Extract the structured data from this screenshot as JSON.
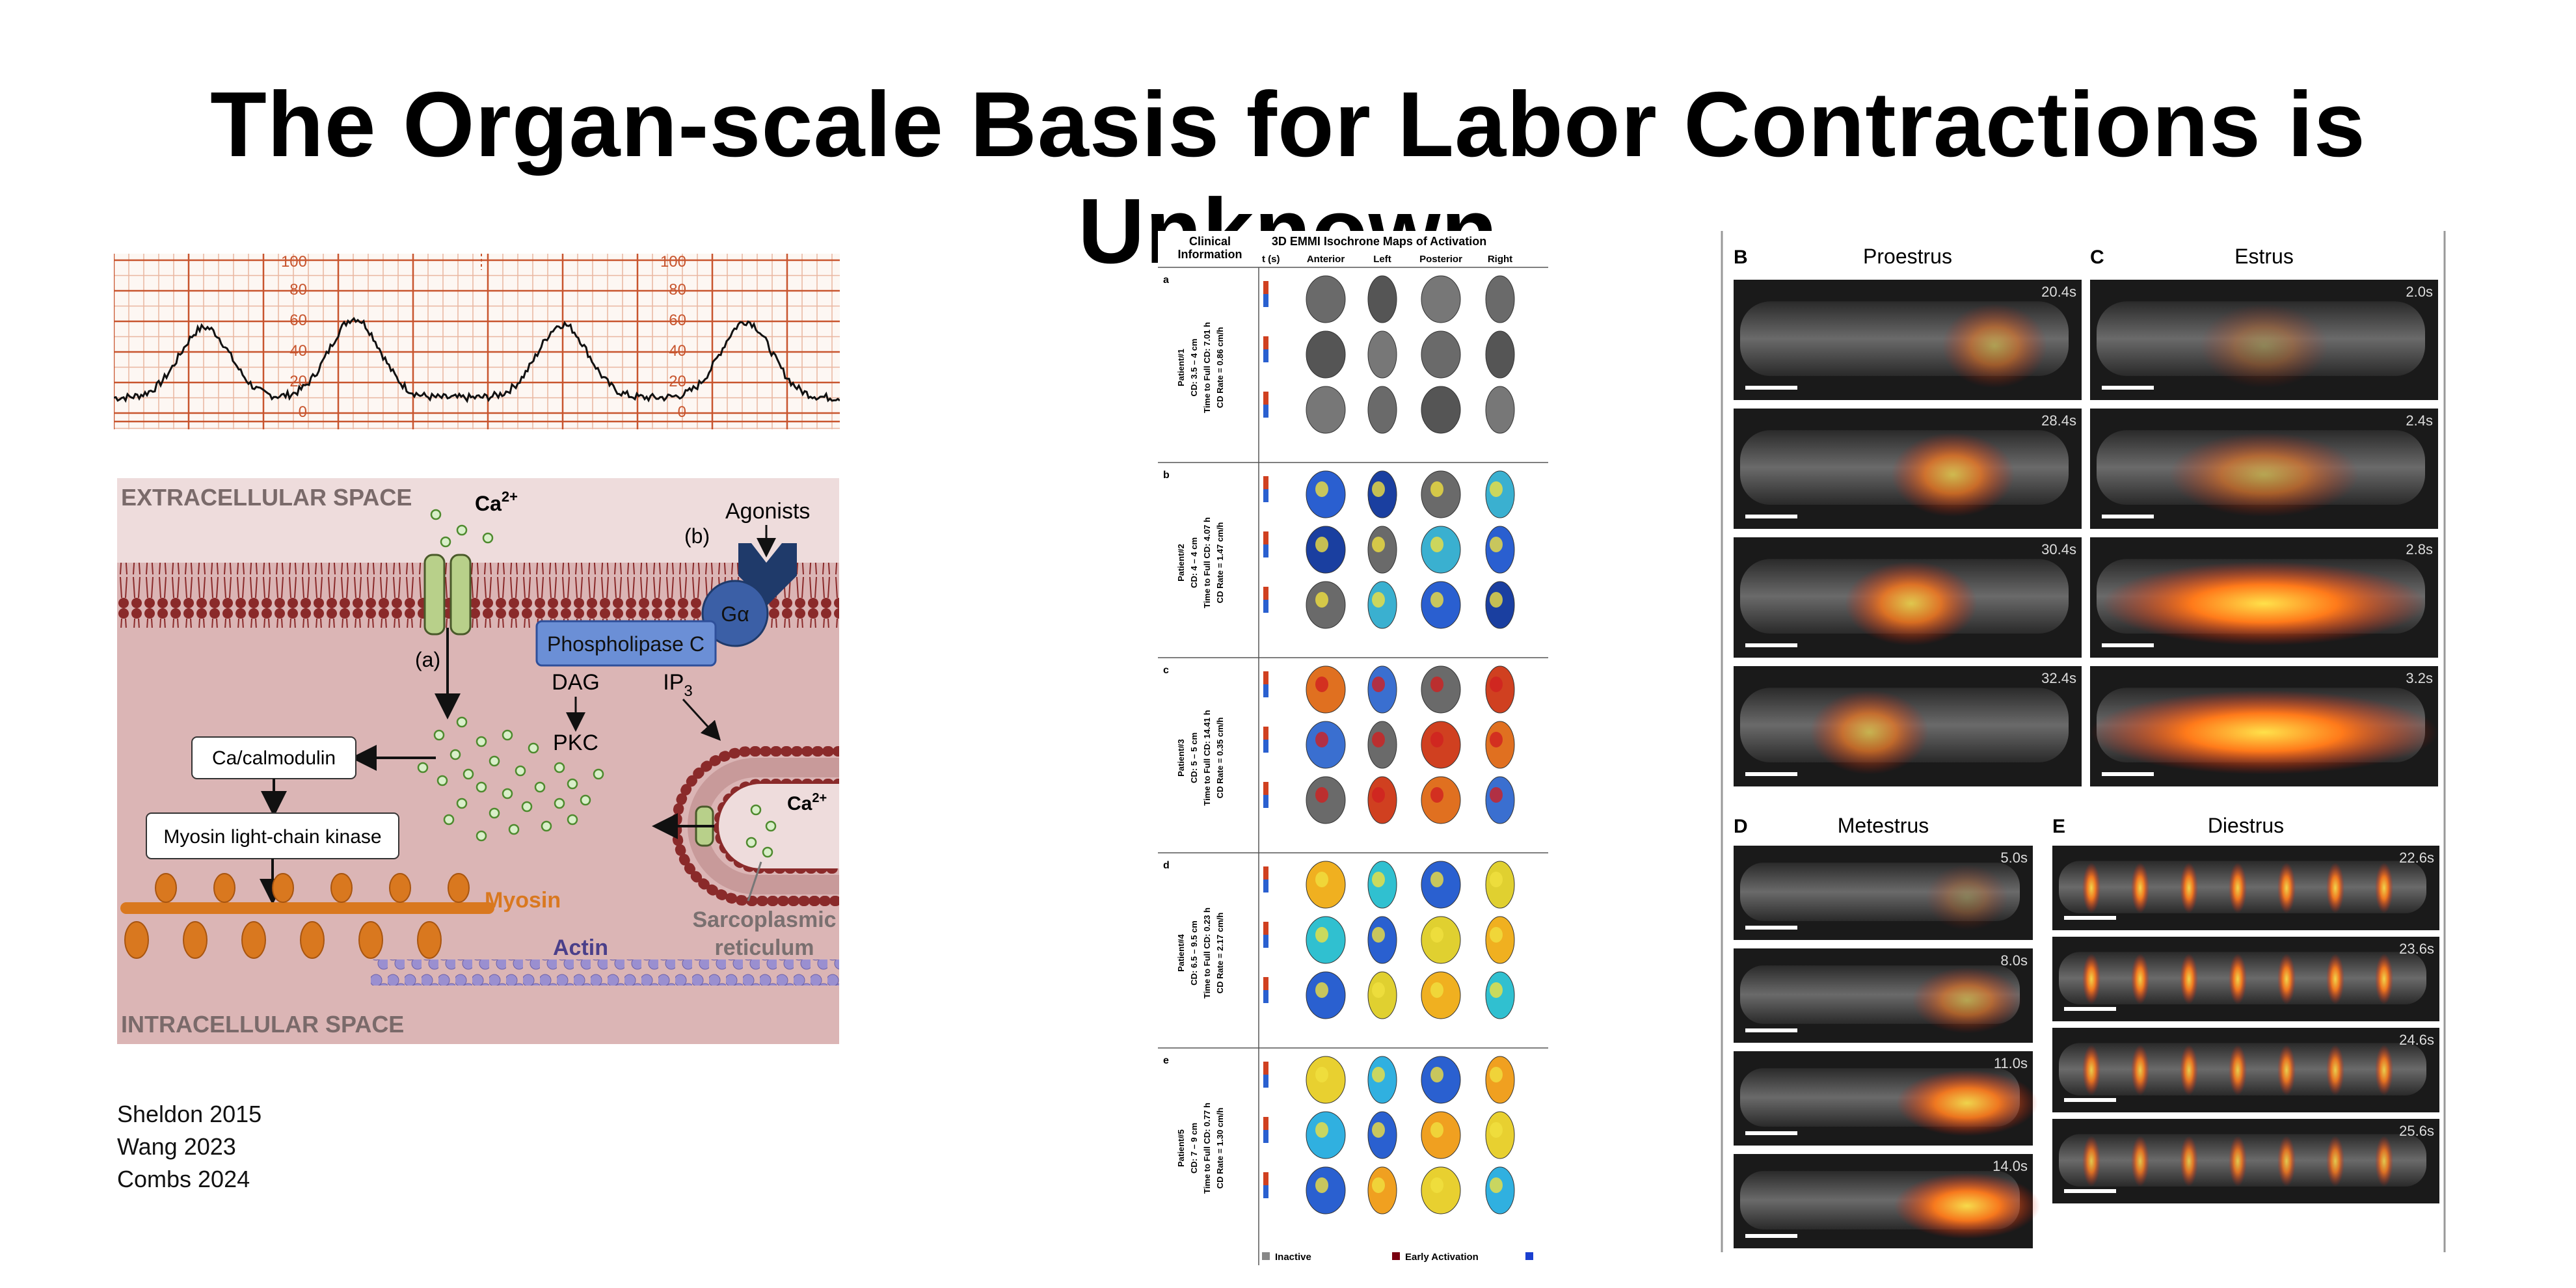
{
  "slide": {
    "title": "The Organ-scale Basis for Labor Contractions is Unknown",
    "citations": [
      "Sheldon 2015",
      "Wang 2023",
      "Combs 2024"
    ]
  },
  "tocograph": {
    "tick_labels": [
      "100",
      "80",
      "60",
      "40",
      "20",
      "0"
    ]
  },
  "cell_diagram": {
    "extracellular": "EXTRACELLULAR SPACE",
    "intracellular": "INTRACELLULAR SPACE",
    "ca_top": "Ca",
    "ca_sup": "2+",
    "agonists": "Agonists",
    "label_b": "(b)",
    "label_a": "(a)",
    "g_alpha": "Gα",
    "plc": "Phospholipase C",
    "dag": "DAG",
    "ip3": "IP",
    "ip3_sub": "3",
    "pkc": "PKC",
    "calmodulin": "Ca/calmodulin",
    "mlck": "Myosin light-chain kinase",
    "myosin": "Myosin",
    "actin": "Actin",
    "ca_right": "Ca",
    "sarco1": "Sarcoplasmic",
    "sarco2": "reticulum",
    "colors": {
      "background": "#dbb5b5",
      "extracellular": "#eedcdc",
      "membrane": "#8a2a2a",
      "myosin": "#d9781f",
      "actin": "#9a8fd0",
      "plc": "#6b8fd6",
      "galpha": "#3b5fa6",
      "channel": "#b8d08a"
    }
  },
  "emmi": {
    "header_clinical1": "Clinical",
    "header_clinical2": "Information",
    "header_title": "3D EMMI Isochrone Maps of Activation",
    "col_ts": "t (s)",
    "columns": [
      "Anterior",
      "Left",
      "Posterior",
      "Right"
    ],
    "patients": [
      {
        "letter": "a",
        "l1": "Patient#1",
        "l2": "CD: 3.5 – 4 cm",
        "l3": "Time to Full CD: 7.01 h",
        "l4": "CD Rate = 0.86 cm/h"
      },
      {
        "letter": "b",
        "l1": "Patient#2",
        "l2": "CD: 4 – 4 cm",
        "l3": "Time to Full CD: 4.07 h",
        "l4": "CD Rate = 1.47 cm/h"
      },
      {
        "letter": "c",
        "l1": "Patient#3",
        "l2": "CD: 5 – 5 cm",
        "l3": "Time to Full CD: 14.41 h",
        "l4": "CD Rate = 0.35 cm/h"
      },
      {
        "letter": "d",
        "l1": "Patient#4",
        "l2": "CD: 6.5 – 9.5 cm",
        "l3": "Time to Full CD: 0.23 h",
        "l4": "CD Rate = 2.17 cm/h"
      },
      {
        "letter": "e",
        "l1": "Patient#5",
        "l2": "CD: 7 – 9 cm",
        "l3": "Time to Full CD: 0.77 h",
        "l4": "CD Rate = 1.30 cm/h"
      }
    ],
    "legend": {
      "inactive": "Inactive",
      "early": "Early Activation"
    }
  },
  "imaging": {
    "panels": [
      {
        "letter": "B",
        "name": "Proestrus",
        "times": [
          "20.4s",
          "28.4s",
          "30.4s",
          "32.4s"
        ]
      },
      {
        "letter": "C",
        "name": "Estrus",
        "times": [
          "2.0s",
          "2.4s",
          "2.8s",
          "3.2s"
        ]
      },
      {
        "letter": "D",
        "name": "Metestrus",
        "times": [
          "5.0s",
          "8.0s",
          "11.0s",
          "14.0s"
        ]
      },
      {
        "letter": "E",
        "name": "Diestrus",
        "times": [
          "22.6s",
          "23.6s",
          "24.6s",
          "25.6s"
        ]
      }
    ]
  }
}
